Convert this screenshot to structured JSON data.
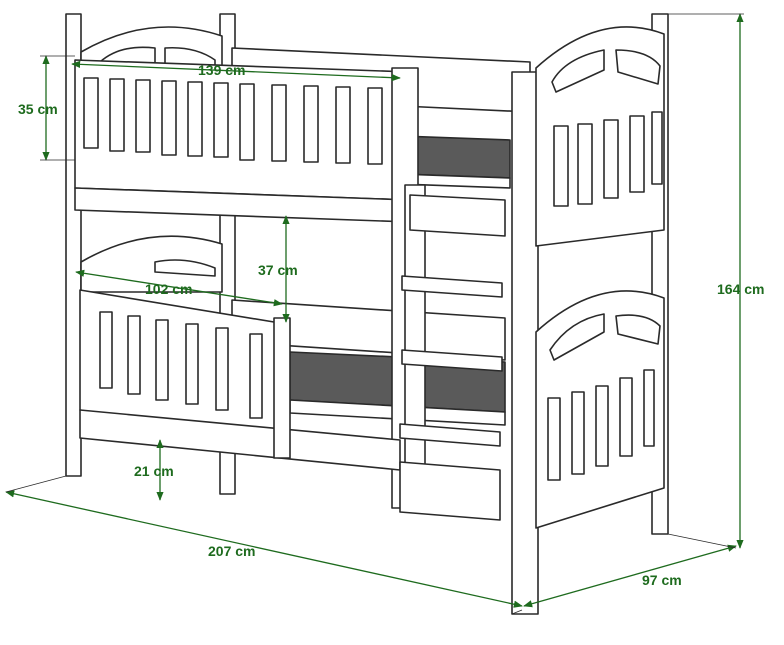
{
  "colors": {
    "outline": "#2a2a2a",
    "wood": "#ffffff",
    "mattress": "#5a5a5a",
    "dimension": "#1e6b1e"
  },
  "dimensions": {
    "upper_rail_length": "139 cm",
    "upper_rail_height": "35 cm",
    "lower_rail_length": "102 cm",
    "lower_gap_height": "37 cm",
    "lower_rail_height": "21 cm",
    "total_height": "164 cm",
    "total_length": "207 cm",
    "total_width": "97 cm"
  }
}
